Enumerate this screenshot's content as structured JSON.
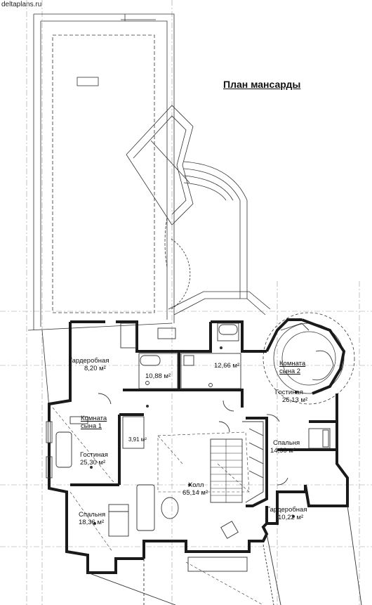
{
  "watermark": "deltaplans.ru",
  "title": "План мансарды",
  "rooms": [
    {
      "id": "wardrobe-left",
      "name": "Гардеробная",
      "area": "8,20 м²"
    },
    {
      "id": "bath-1",
      "name": "",
      "area": "10,88 м²"
    },
    {
      "id": "bath-2",
      "name": "",
      "area": "12,66 м²"
    },
    {
      "id": "son2-room",
      "name": "Комната сына 2",
      "area": ""
    },
    {
      "id": "son2-living",
      "name": "Гостиная",
      "area": "26,13 м²"
    },
    {
      "id": "son1-room",
      "name": "Комната сына 1",
      "area": ""
    },
    {
      "id": "small-room",
      "name": "",
      "area": "3,91 м²"
    },
    {
      "id": "son1-living",
      "name": "Гостиная",
      "area": "25,30 м²"
    },
    {
      "id": "bedroom-right",
      "name": "Спальня",
      "area": "14,90 м²"
    },
    {
      "id": "hall",
      "name": "Холл",
      "area": "65,14 м²"
    },
    {
      "id": "bedroom-left",
      "name": "Спальня",
      "area": "18,36 м²"
    },
    {
      "id": "wardrobe-right",
      "name": "Гардеробная",
      "area": "10,22 м²"
    }
  ],
  "colors": {
    "line": "#333333",
    "wall": "#1a1a1a",
    "dash": "#666666",
    "bg": "#ffffff"
  }
}
